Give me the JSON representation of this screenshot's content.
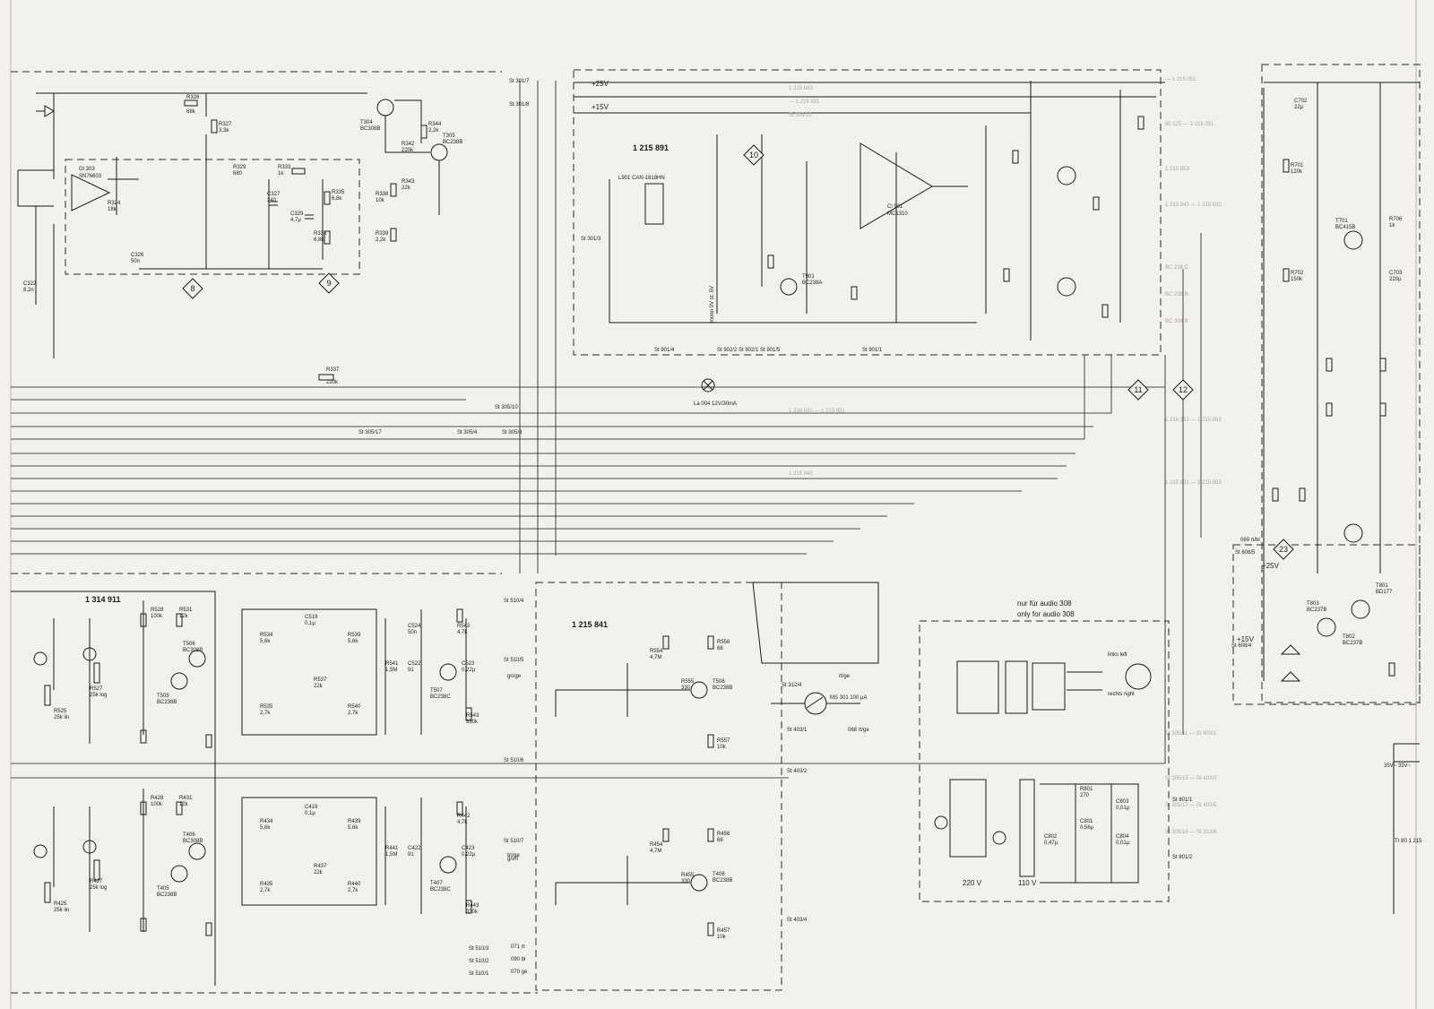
{
  "boards": [
    {
      "id": "board-1314911",
      "number": "1 314 911"
    },
    {
      "id": "board-1215891",
      "number": "1 215 891"
    },
    {
      "id": "board-1215841",
      "number": "1 215 841"
    }
  ],
  "markers": [
    "8",
    "9",
    "10",
    "11",
    "12",
    "23"
  ],
  "ics": [
    {
      "ref": "Gl 303",
      "part": "SN76603"
    },
    {
      "ref": "Ci 901",
      "part": "MC1310"
    }
  ],
  "transistors": [
    {
      "ref": "T304",
      "part": "BC308B"
    },
    {
      "ref": "T305",
      "part": "BC238B"
    },
    {
      "ref": "T505",
      "part": "BC238B"
    },
    {
      "ref": "T506",
      "part": "BC308B"
    },
    {
      "ref": "T507",
      "part": "BC238C"
    },
    {
      "ref": "T508",
      "part": "BC238B"
    },
    {
      "ref": "T405",
      "part": "BC238B"
    },
    {
      "ref": "T406",
      "part": "BC308B"
    },
    {
      "ref": "T407",
      "part": "BC238C"
    },
    {
      "ref": "T408",
      "part": "BC238B"
    },
    {
      "ref": "T901",
      "part": "BC238A"
    },
    {
      "ref": "T701",
      "part": "BC415B"
    },
    {
      "ref": "T801",
      "part": "BD177"
    },
    {
      "ref": "T802",
      "part": "BC237B"
    },
    {
      "ref": "T803",
      "part": "BC237B"
    }
  ],
  "components": [
    {
      "ref": "R326",
      "value": "68k"
    },
    {
      "ref": "R327",
      "value": "3,3k"
    },
    {
      "ref": "R344",
      "value": "2,2k"
    },
    {
      "ref": "R342",
      "value": "220k"
    },
    {
      "ref": "R343",
      "value": "22k"
    },
    {
      "ref": "R338",
      "value": "10k"
    },
    {
      "ref": "R339",
      "value": "2,2k"
    },
    {
      "ref": "R324",
      "value": "18k"
    },
    {
      "ref": "R329",
      "value": "680"
    },
    {
      "ref": "R333",
      "value": "1k"
    },
    {
      "ref": "R335",
      "value": "6,8k"
    },
    {
      "ref": "R336",
      "value": "6,8k"
    },
    {
      "ref": "R337",
      "value": "220k"
    },
    {
      "ref": "C322",
      "value": "8,2n"
    },
    {
      "ref": "C326",
      "value": "50n"
    },
    {
      "ref": "C327",
      "value": "240"
    },
    {
      "ref": "C329",
      "value": "4,7µ"
    },
    {
      "ref": "R528",
      "value": "100k"
    },
    {
      "ref": "R531",
      "value": "12k"
    },
    {
      "ref": "R534",
      "value": "5,6k"
    },
    {
      "ref": "R539",
      "value": "5,6k"
    },
    {
      "ref": "R537",
      "value": "22k"
    },
    {
      "ref": "R535",
      "value": "2,7k"
    },
    {
      "ref": "R540",
      "value": "2,7k"
    },
    {
      "ref": "R541",
      "value": "1,5M"
    },
    {
      "ref": "R542",
      "value": "4,7k"
    },
    {
      "ref": "R543",
      "value": "330k"
    },
    {
      "ref": "R554",
      "value": "4,7M"
    },
    {
      "ref": "R555",
      "value": "330"
    },
    {
      "ref": "R556",
      "value": "68"
    },
    {
      "ref": "R557",
      "value": "10k"
    },
    {
      "ref": "R527",
      "value": "25k log"
    },
    {
      "ref": "R525",
      "value": "25k lin"
    },
    {
      "ref": "C519",
      "value": "0,1µ"
    },
    {
      "ref": "C522",
      "value": "91"
    },
    {
      "ref": "C523",
      "value": "0,22µ"
    },
    {
      "ref": "C524",
      "value": "50n"
    },
    {
      "ref": "R428",
      "value": "100k"
    },
    {
      "ref": "R431",
      "value": "12k"
    },
    {
      "ref": "R434",
      "value": "5,6k"
    },
    {
      "ref": "R439",
      "value": "5,6k"
    },
    {
      "ref": "R437",
      "value": "22k"
    },
    {
      "ref": "R435",
      "value": "2,7k"
    },
    {
      "ref": "R440",
      "value": "2,7k"
    },
    {
      "ref": "R441",
      "value": "1,5M"
    },
    {
      "ref": "R442",
      "value": "4,7k"
    },
    {
      "ref": "R443",
      "value": "330k"
    },
    {
      "ref": "R454",
      "value": "4,7M"
    },
    {
      "ref": "R455",
      "value": "330"
    },
    {
      "ref": "R456",
      "value": "68"
    },
    {
      "ref": "R457",
      "value": "10k"
    },
    {
      "ref": "R427",
      "value": "25k log"
    },
    {
      "ref": "R425",
      "value": "25k lin"
    },
    {
      "ref": "C419",
      "value": "0,1µ"
    },
    {
      "ref": "C422",
      "value": "91"
    },
    {
      "ref": "C423",
      "value": "0,22µ"
    },
    {
      "ref": "R701",
      "value": "120k"
    },
    {
      "ref": "R702",
      "value": "150k"
    },
    {
      "ref": "R706",
      "value": "1k"
    },
    {
      "ref": "C702",
      "value": "22µ"
    },
    {
      "ref": "C703",
      "value": "220µ"
    },
    {
      "ref": "R801",
      "value": "270"
    },
    {
      "ref": "C801",
      "value": "0,56µ"
    },
    {
      "ref": "C802",
      "value": "0,47µ"
    },
    {
      "ref": "C803",
      "value": "0,01µ"
    },
    {
      "ref": "C804",
      "value": "0,01µ"
    }
  ],
  "rails": [
    "+25V",
    "+15V",
    "+25V",
    "+15V"
  ],
  "connectors": [
    "St 301/7",
    "St 301/8",
    "St 301/3",
    "St 305/17",
    "St 305/4",
    "St 305/8",
    "St 305/10",
    "St 901/4",
    "St 902/2",
    "St 902/1",
    "St 901/5",
    "St 901/1",
    "St 510/3",
    "St 510/2",
    "St 510/1",
    "St 510/6",
    "St 510/7",
    "St 510/5",
    "St 510/4",
    "St 801/1",
    "St 801/2",
    "St 312/4",
    "St 403/1",
    "St 403/2",
    "St 403/4",
    "St 608/5",
    "St 608/4"
  ],
  "notes": {
    "audio_de": "nur für audio 308",
    "audio_en": "only for audio 308",
    "left": "links left",
    "right": "rechts right",
    "v220": "220 V",
    "v110": "110 V",
    "lamp": "La 004 12V/30mA",
    "meter": "MS 301 100 µA",
    "mono": "mono 0V st: 5V",
    "tr": "Tr 80 1 215",
    "supply": "35V~ 33V~",
    "coil": "L901 CAN-1818HN"
  },
  "wire_colors": [
    "gn/ge",
    "br/ge",
    "rt/ge",
    "gn/rt",
    "071 rt",
    "090 bl",
    "070 ge",
    "068 rt/ge",
    "069 rt/bl"
  ]
}
